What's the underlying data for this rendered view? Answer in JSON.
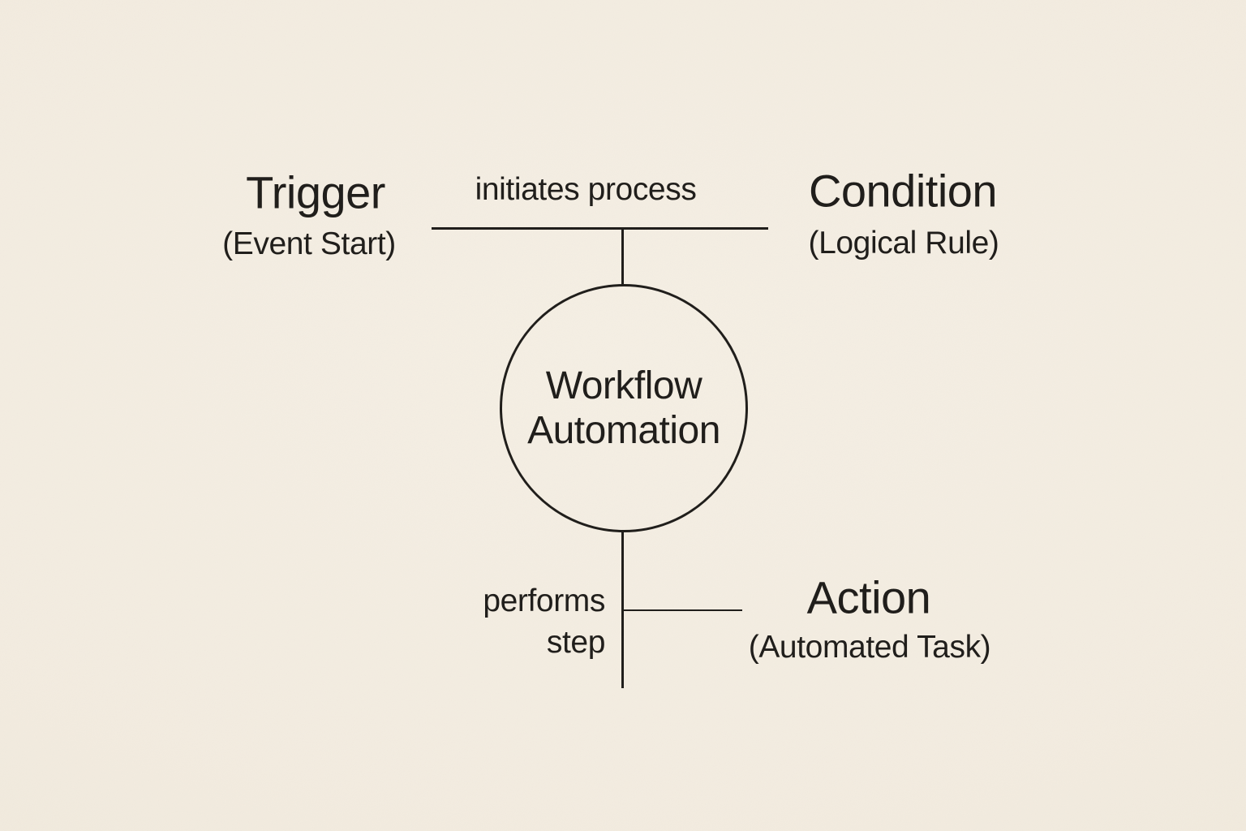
{
  "palette": {
    "background": "#f3ece0",
    "ink": "#1d1b18"
  },
  "diagram": {
    "center": {
      "label_line1": "Workflow",
      "label_line2": "Automation"
    },
    "trigger": {
      "title": "Trigger",
      "subtitle": "(Event Start)"
    },
    "condition": {
      "title": "Condition",
      "subtitle": "(Logical Rule)"
    },
    "action": {
      "title": "Action",
      "subtitle": "(Automated Task)"
    },
    "edges": {
      "top_label": "initiates process",
      "bottom_label_line1": "performs",
      "bottom_label_line2": "step"
    }
  }
}
